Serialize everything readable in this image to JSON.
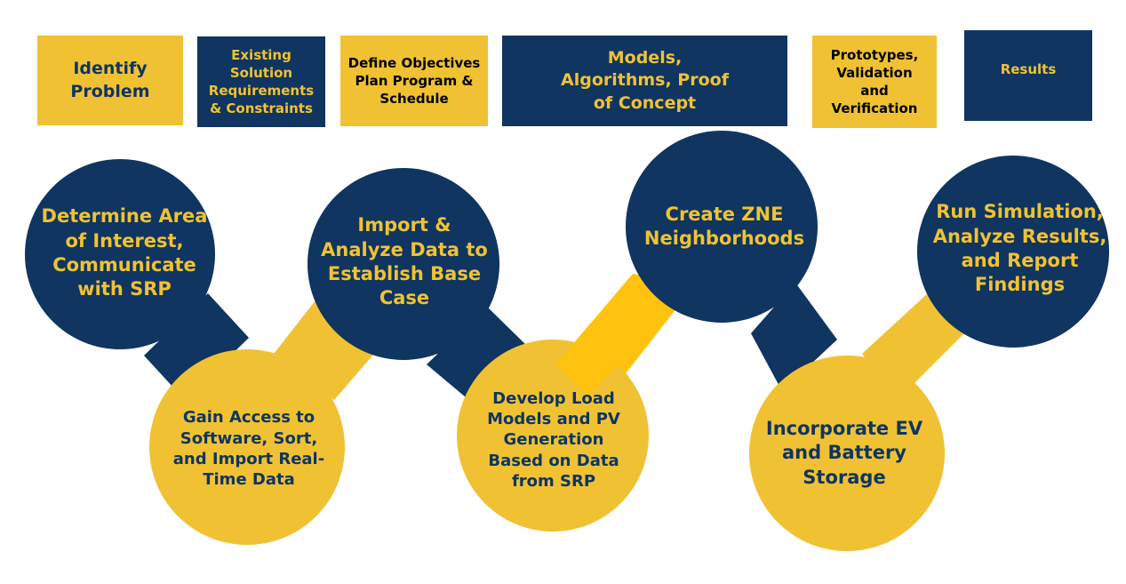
{
  "colors": {
    "navy": "#0f3560",
    "gold": "#f0c233",
    "bright_gold": "#ffc20e"
  },
  "phases": [
    {
      "label": "Identify Problem"
    },
    {
      "label": "Existing Solution Requirements & Constraints"
    },
    {
      "label": "Define Objectives Plan Program & Schedule"
    },
    {
      "label": "Models, Algorithms, Proof of Concept"
    },
    {
      "label": "Prototypes, Validation and Verification"
    },
    {
      "label": "Results"
    }
  ],
  "steps": [
    {
      "label": "Determine Area of Interest, Communicate with SRP"
    },
    {
      "label": "Gain Access to Software, Sort, and Import Real-Time Data"
    },
    {
      "label": "Import & Analyze Data to Establish Base Case"
    },
    {
      "label": "Develop Load Models and PV Generation Based on Data from SRP"
    },
    {
      "label": "Create ZNE Neighborhoods"
    },
    {
      "label": "Incorporate EV and Battery Storage"
    },
    {
      "label": "Run Simulation, Analyze Results, and Report Findings"
    }
  ]
}
